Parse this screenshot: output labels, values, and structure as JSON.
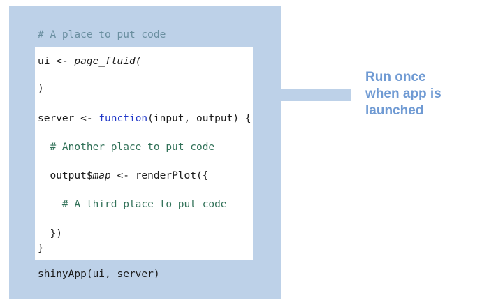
{
  "colors": {
    "panel_blue": "#BDD1E8",
    "code_text": "#1B1B1B",
    "comment_on_panel": "#6A8FA0",
    "comment_green": "#317158",
    "keyword_blue": "#2038C8",
    "annotation_blue": "#6F9AD3",
    "code_box_background": "#FFFFFF"
  },
  "outer_comment": "# A place to put code",
  "code": {
    "line1": {
      "a": "ui <- ",
      "b": "page_fluid("
    },
    "line2": ")",
    "line3": {
      "a": "server <- ",
      "b": "function",
      "c": "(input, output) {"
    },
    "line4": "  # Another place to put code",
    "line5": {
      "a": "  output$",
      "b": "map",
      "c": " <- renderPlot({"
    },
    "line6": "    # A third place to put code",
    "line7": "  })",
    "line8": "}"
  },
  "footer_code": "shinyApp(ui, server)",
  "annotation": {
    "line1": "Run once",
    "line2": "when app is",
    "line3": "launched"
  }
}
